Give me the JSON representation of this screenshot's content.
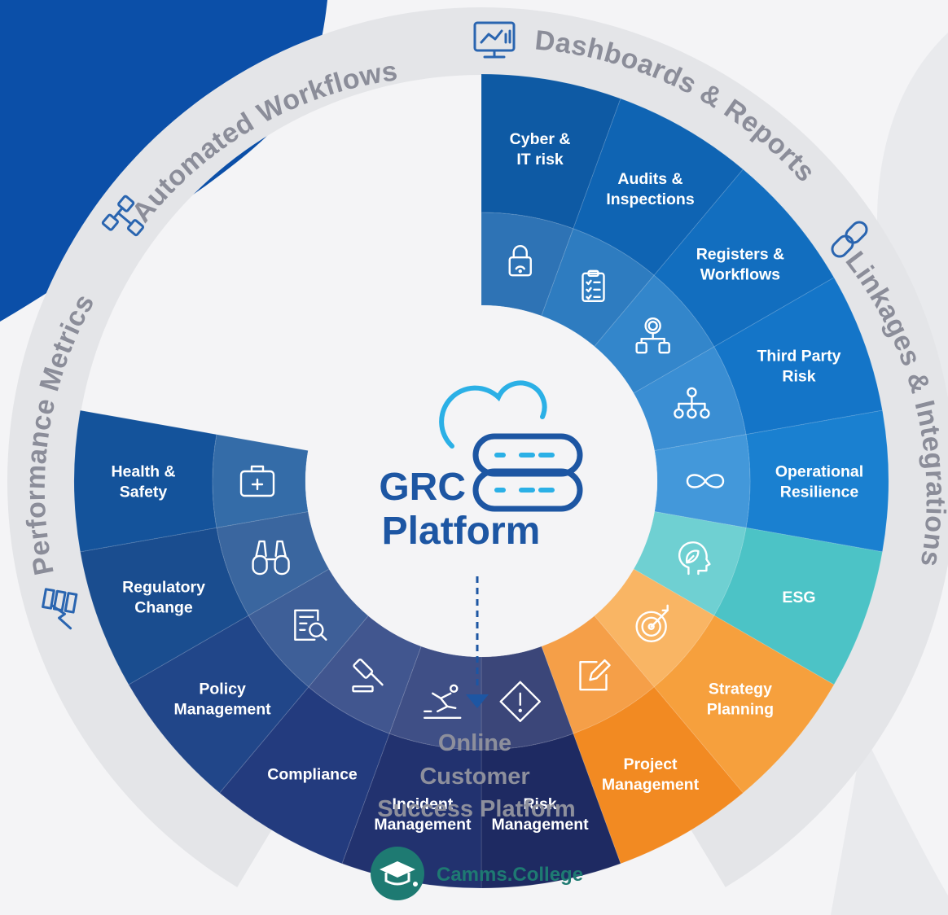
{
  "colors": {
    "background": "#f4f4f6",
    "corner_blue": "#0b4fa8",
    "outer_ring": "#e4e5e8",
    "ring_text": "#8b8d99",
    "center_title": "#1d56a3",
    "cloud": "#2bb0e6",
    "college_teal": "#1e7a72"
  },
  "ring_labels": {
    "automated_workflows": "Automated Workflows",
    "dashboards_reports": "Dashboards & Reports",
    "linkages_integrations": "Linkages & Integrations",
    "performance_metrics": "Performance Metrics"
  },
  "center": {
    "line1": "GRC",
    "line2": "Platform"
  },
  "online": {
    "line1": "Online",
    "line2": "Customer",
    "line3": "Success Platform"
  },
  "college": {
    "label": "Camms.College",
    "icon": "graduation-cap-icon"
  },
  "segments": [
    {
      "id": "cyber-it-risk",
      "lines": [
        "Cyber &",
        "IT risk"
      ],
      "icon": "lock-icon",
      "outer": "#0e5aa4",
      "inner": "#2e73b5"
    },
    {
      "id": "audits-inspections",
      "lines": [
        "Audits &",
        "Inspections"
      ],
      "icon": "checklist-icon",
      "outer": "#0f64b3",
      "inner": "#2e7cc0"
    },
    {
      "id": "registers-workflows",
      "lines": [
        "Registers &",
        "Workflows"
      ],
      "icon": "workflow-icon",
      "outer": "#126ebf",
      "inner": "#3386cb"
    },
    {
      "id": "third-party-risk",
      "lines": [
        "Third Party",
        "Risk"
      ],
      "icon": "hierarchy-icon",
      "outer": "#1475c8",
      "inner": "#3a8ed3"
    },
    {
      "id": "operational-resilience",
      "lines": [
        "Operational",
        "Resilience"
      ],
      "icon": "infinity-icon",
      "outer": "#1a80d0",
      "inner": "#4398da"
    },
    {
      "id": "esg",
      "lines": [
        "ESG"
      ],
      "icon": "leaf-head-icon",
      "outer": "#4cc3c6",
      "inner": "#6fd0d2"
    },
    {
      "id": "strategy-planning",
      "lines": [
        "Strategy",
        "Planning"
      ],
      "icon": "target-icon",
      "outer": "#f6a03d",
      "inner": "#f9b564"
    },
    {
      "id": "project-management",
      "lines": [
        "Project",
        "Management"
      ],
      "icon": "pen-edit-icon",
      "outer": "#f28a22",
      "inner": "#f59f48"
    },
    {
      "id": "risk-management",
      "lines": [
        "Risk",
        "Management"
      ],
      "icon": "warning-icon",
      "outer": "#1e2a62",
      "inner": "#3b4679"
    },
    {
      "id": "incident-management",
      "lines": [
        "Incident",
        "Management"
      ],
      "icon": "slip-fall-icon",
      "outer": "#22326f",
      "inner": "#3f4f86"
    },
    {
      "id": "compliance",
      "lines": [
        "Compliance"
      ],
      "icon": "gavel-icon",
      "outer": "#233b7e",
      "inner": "#41568f"
    },
    {
      "id": "policy-management",
      "lines": [
        "Policy",
        "Management"
      ],
      "icon": "document-search-icon",
      "outer": "#214689",
      "inner": "#3e5f98"
    },
    {
      "id": "regulatory-change",
      "lines": [
        "Regulatory",
        "Change"
      ],
      "icon": "binoculars-icon",
      "outer": "#1a4d8f",
      "inner": "#3a669f"
    },
    {
      "id": "health-safety",
      "lines": [
        "Health &",
        "Safety"
      ],
      "icon": "first-aid-kit-icon",
      "outer": "#14539b",
      "inner": "#346ca8"
    }
  ]
}
